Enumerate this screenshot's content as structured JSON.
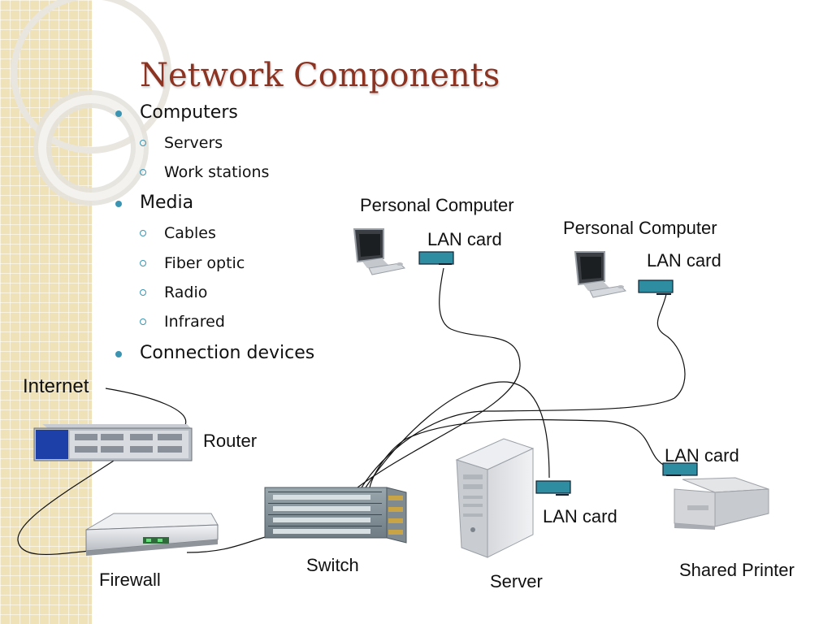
{
  "title": "Network Components",
  "bullets": [
    {
      "label": "Computers",
      "sub": [
        "Servers",
        "Work stations"
      ]
    },
    {
      "label": "Media",
      "sub": [
        "Cables",
        "Fiber optic",
        "Radio",
        "Infrared"
      ]
    },
    {
      "label": "Connection devices",
      "sub": []
    }
  ],
  "diagram": {
    "internet": "Internet",
    "router": "Router",
    "firewall": "Firewall",
    "switch": "Switch",
    "server": "Server",
    "shared_printer": "Shared Printer",
    "pc1": "Personal Computer",
    "pc2": "Personal Computer",
    "lan_pc1": "LAN card",
    "lan_pc2": "LAN card",
    "lan_server": "LAN card",
    "lan_printer": "LAN card"
  },
  "colors": {
    "title": "#8c3322",
    "bullet": "#3a94b2",
    "lan_card": "#2f8da1",
    "sidebar": "#efe2b8",
    "router_accent": "#1d3fa8"
  }
}
